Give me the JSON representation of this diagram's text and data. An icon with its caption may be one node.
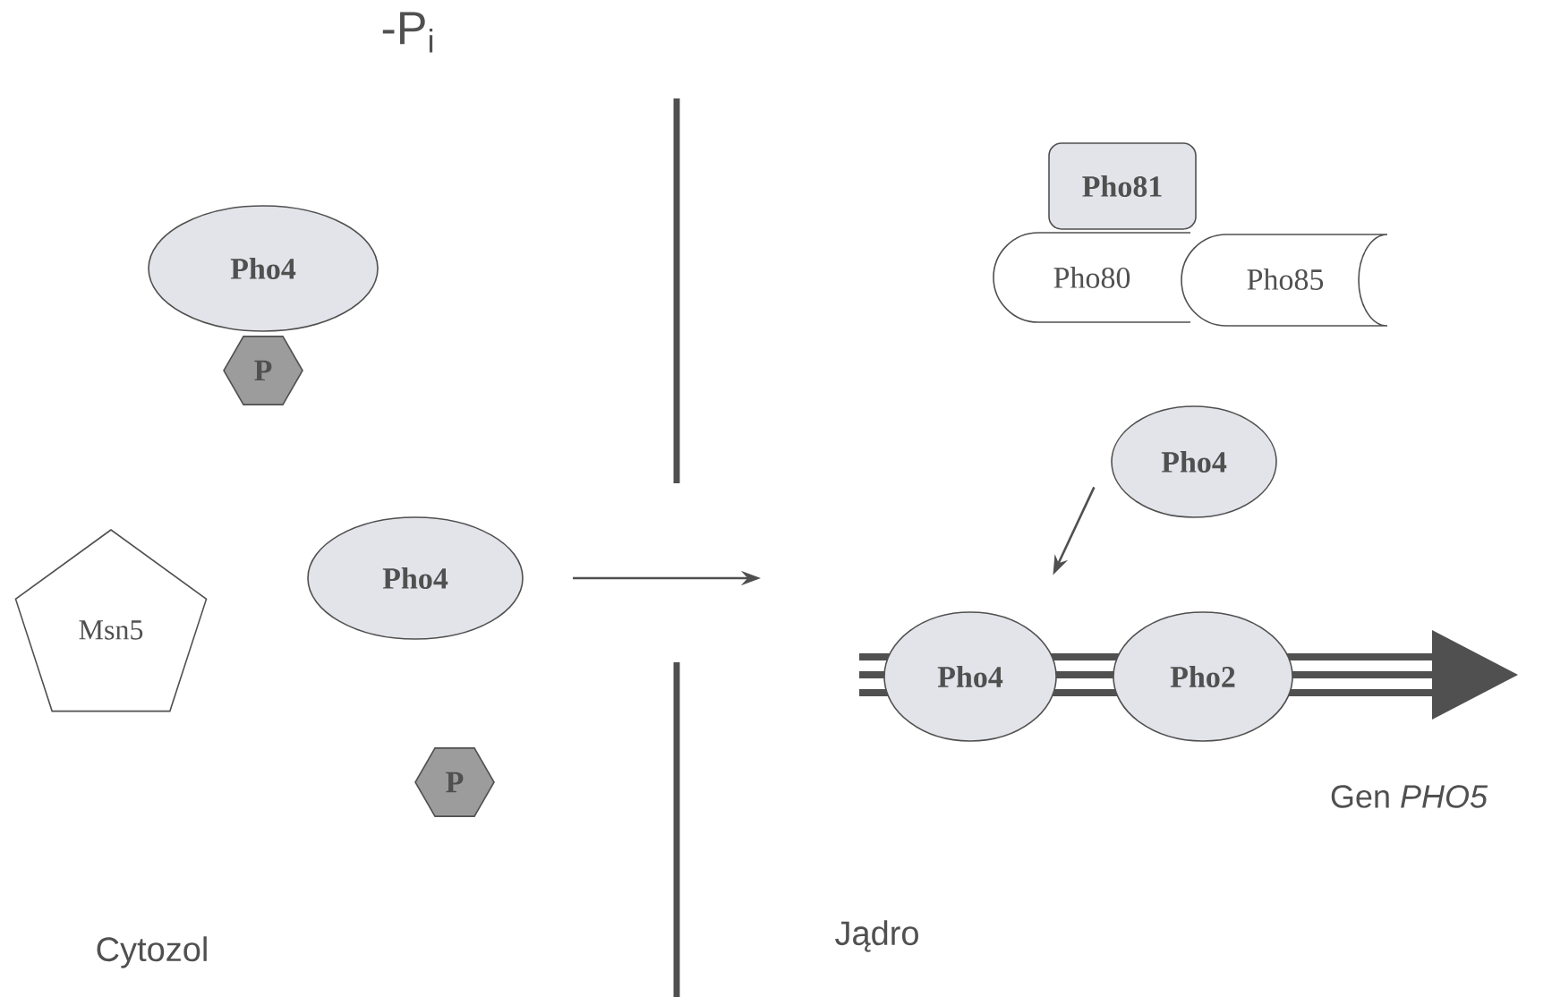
{
  "diagram": {
    "nodes": [
      {
        "text": [
          "Pho4"
        ]
      },
      {
        "text": [
          "P"
        ]
      },
      {
        "text": [
          "Pho4"
        ]
      },
      {
        "text": [
          "Msn5"
        ]
      },
      {
        "text": [
          "P"
        ]
      },
      {
        "text": [
          "Pho81"
        ]
      },
      {
        "text": [
          "Pho80"
        ]
      },
      {
        "text": [
          "Pho85"
        ]
      },
      {
        "text": [
          "Pho4"
        ]
      },
      {
        "text": [
          "Pho4"
        ]
      },
      {
        "text": [
          "Pho2"
        ]
      }
    ],
    "edges": [
      {
        "from": 8,
        "to": 9,
        "arrow": "to"
      }
    ],
    "labels": [
      "-P$_{i}$",
      "Cytozol",
      "Jądro",
      "Gen *PHO5*"
    ]
  }
}
